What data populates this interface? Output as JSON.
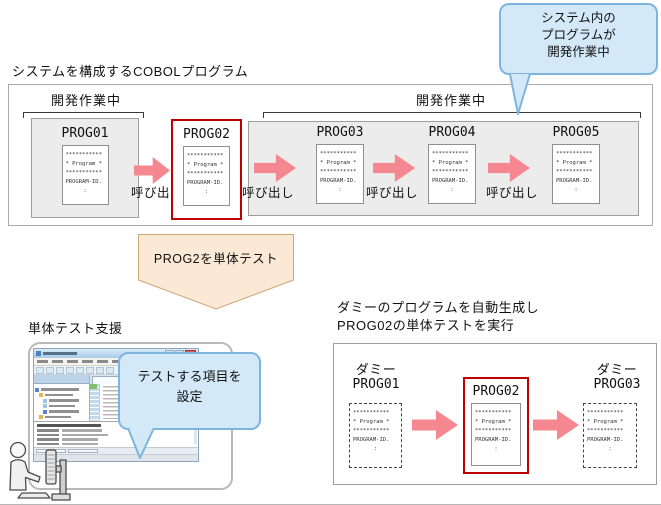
{
  "callout_top": {
    "line1": "システム内の",
    "line2": "プログラムが",
    "line3": "開発作業中"
  },
  "system": {
    "title": "システムを構成するCOBOLプログラム",
    "dev_left": "開発作業中",
    "dev_right": "開発作業中",
    "call": "呼び出し",
    "programs": [
      "PROG01",
      "PROG02",
      "PROG03",
      "PROG04",
      "PROG05"
    ]
  },
  "banner": {
    "label": "PROG2を単体テスト"
  },
  "unit": {
    "title": "単体テスト支援",
    "callout1": "テストする項目を",
    "callout2": "設定"
  },
  "dummy": {
    "title1": "ダミーのプログラムを自動生成し",
    "title2": "PROG02の単体テストを実行",
    "d1a": "ダミー",
    "d1b": "PROG01",
    "p2": "PROG02",
    "d3a": "ダミー",
    "d3b": "PROG03"
  },
  "doc_lines": [
    "***********",
    "* Program *",
    "***********",
    "PROGRAM-ID.",
    ":"
  ],
  "colors": {
    "callout_fill": "#d3e9f8",
    "callout_border": "#7eb5de",
    "arrow": "#f4878f",
    "banner_fill": "#fbe9d6",
    "banner_border": "#cfa678",
    "highlight_red": "#c00000",
    "gray_box_fill": "#ececec"
  }
}
